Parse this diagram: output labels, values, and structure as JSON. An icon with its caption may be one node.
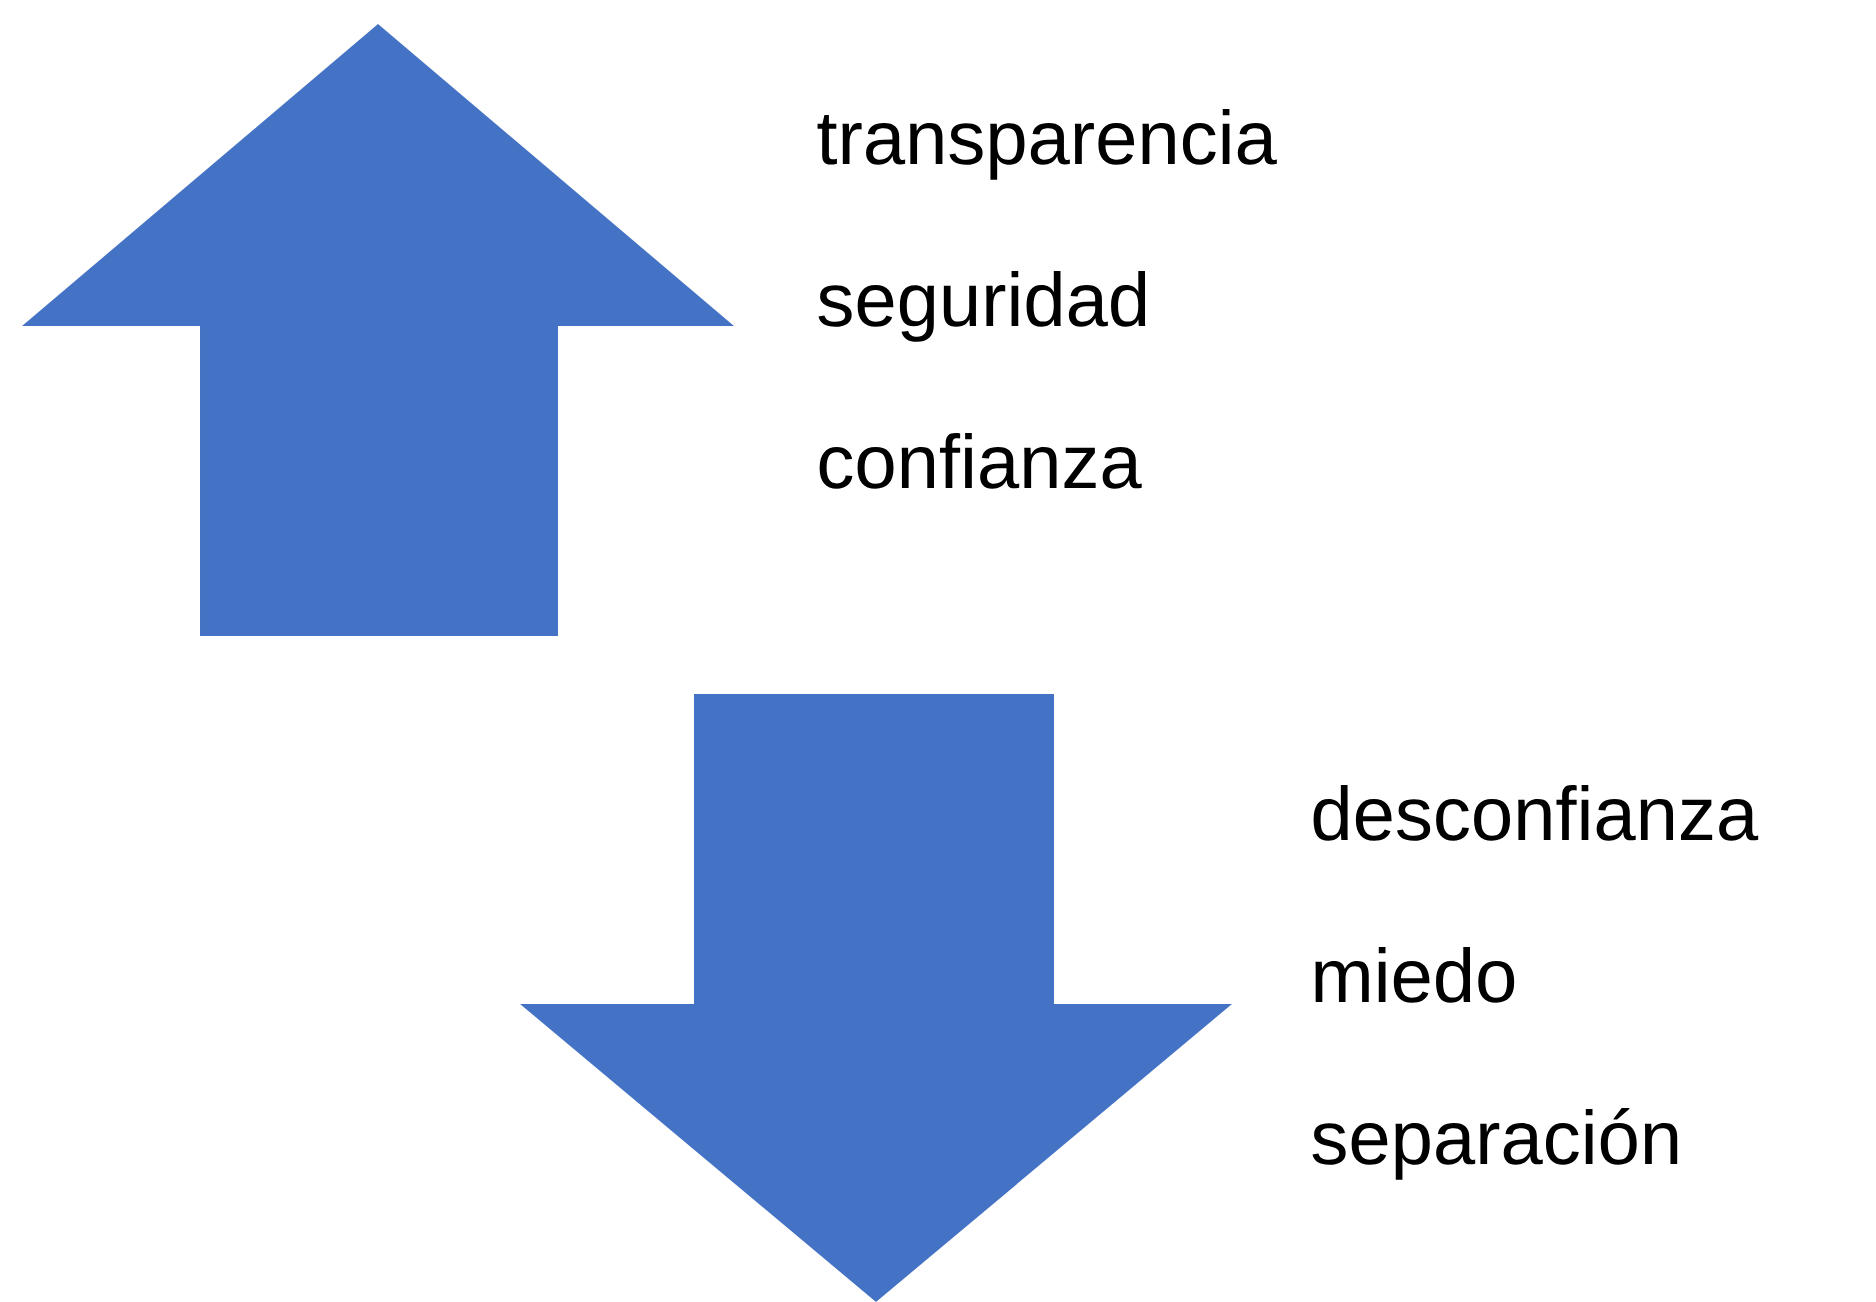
{
  "diagram": {
    "nodes": [
      {
        "text": [],
        "shape": "arrow",
        "beside": [
          "transparencia",
          "seguridad",
          "confianza"
        ]
      },
      {
        "text": [],
        "shape": "arrow",
        "beside": [
          "desconfianza",
          "miedo",
          "separación"
        ]
      }
    ]
  }
}
